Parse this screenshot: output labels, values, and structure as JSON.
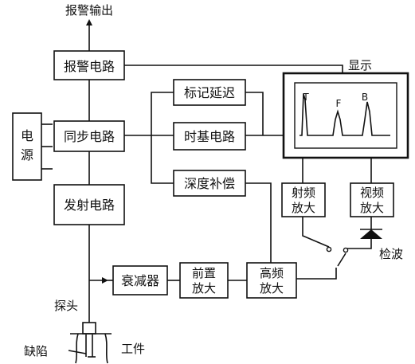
{
  "output_label": "报警输出",
  "blocks": {
    "alarm": "报警电路",
    "sync": "同步电路",
    "transmit": "发射电路",
    "mark_delay": "标记延迟",
    "timebase": "时基电路",
    "depth_comp": "深度补偿",
    "attenuator": "衰减器",
    "preamp": [
      "前置",
      "放大"
    ],
    "hf_amp": [
      "高频",
      "放大"
    ],
    "rf_amp": [
      "射频",
      "放大"
    ],
    "video_amp": [
      "视频",
      "放大"
    ]
  },
  "power_label": [
    "电",
    "源"
  ],
  "display_label": "显示",
  "echo_labels": {
    "t": "T",
    "f": "F",
    "b": "B"
  },
  "detector_label": "检波",
  "probe_label": "探头",
  "defect_label": "缺陷",
  "workpiece_label": "工件"
}
